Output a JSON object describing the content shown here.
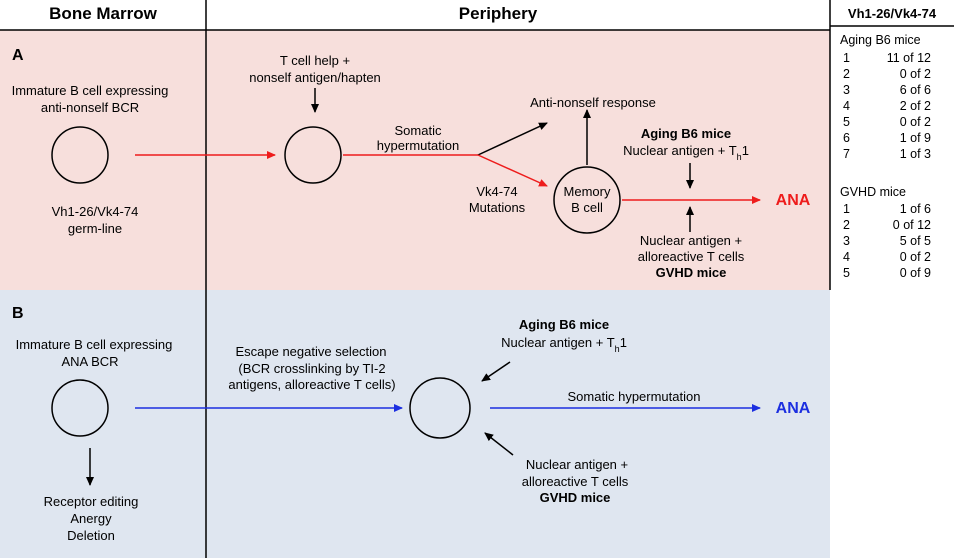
{
  "headers": {
    "bone_marrow": "Bone Marrow",
    "periphery": "Periphery",
    "table": "Vh1-26/Vk4-74"
  },
  "panel_a": {
    "label": "A",
    "immature_line1": "Immature B cell expressing",
    "immature_line2": "anti-nonself BCR",
    "germline_line1": "Vh1-26/Vk4-74",
    "germline_line2": "germ-line",
    "tcell_help_line1": "T cell help +",
    "tcell_help_line2": "nonself antigen/hapten",
    "somatic_line1": "Somatic",
    "somatic_line2": "hypermutation",
    "antinonself": "Anti-nonself response",
    "vk_line1": "Vk4-74",
    "vk_line2": "Mutations",
    "memory_line1": "Memory",
    "memory_line2": "B cell",
    "aging_title": "Aging B6 mice",
    "aging_antigen": "Nuclear antigen + T",
    "aging_subscript": "h",
    "aging_suffix": "1",
    "gvhd_line1": "Nuclear antigen +",
    "gvhd_line2": "alloreactive T cells",
    "gvhd_title": "GVHD mice",
    "ana": "ANA"
  },
  "panel_b": {
    "label": "B",
    "immature_line1": "Immature B cell expressing",
    "immature_line2": "ANA BCR",
    "fate_line1": "Receptor editing",
    "fate_line2": "Anergy",
    "fate_line3": "Deletion",
    "escape_line1": "Escape negative selection",
    "escape_line2": "(BCR crosslinking by TI-2",
    "escape_line3": "antigens, alloreactive T cells)",
    "aging_title": "Aging B6 mice",
    "aging_antigen": "Nuclear antigen + T",
    "aging_subscript": "h",
    "aging_suffix": "1",
    "somatic": "Somatic hypermutation",
    "gvhd_line1": "Nuclear antigen +",
    "gvhd_line2": "alloreactive T cells",
    "gvhd_title": "GVHD mice",
    "ana": "ANA"
  },
  "table": {
    "aging_title": "Aging B6 mice",
    "aging_rows": [
      {
        "id": "1",
        "value": "11 of 12"
      },
      {
        "id": "2",
        "value": "0 of 2"
      },
      {
        "id": "3",
        "value": "6 of 6"
      },
      {
        "id": "4",
        "value": "2 of 2"
      },
      {
        "id": "5",
        "value": "0 of 2"
      },
      {
        "id": "6",
        "value": "1 of 9"
      },
      {
        "id": "7",
        "value": "1 of 3"
      }
    ],
    "gvhd_title": "GVHD mice",
    "gvhd_rows": [
      {
        "id": "1",
        "value": "1 of 6"
      },
      {
        "id": "2",
        "value": "0 of 12"
      },
      {
        "id": "3",
        "value": "5 of 5"
      },
      {
        "id": "4",
        "value": "0 of 2"
      },
      {
        "id": "5",
        "value": "0 of 9"
      }
    ]
  },
  "colors": {
    "panel_a_bg": "#f7dfdc",
    "panel_b_bg": "#dfe6f0",
    "red": "#ee1c1c",
    "blue": "#1c2fe0"
  }
}
